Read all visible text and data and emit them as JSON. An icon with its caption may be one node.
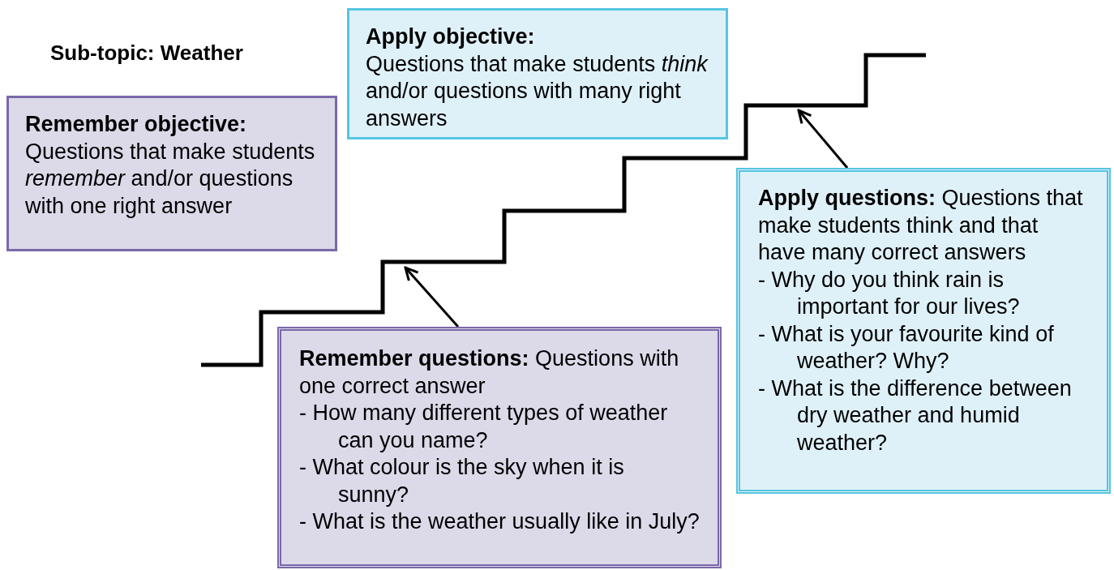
{
  "diagram": {
    "title": "Sub-topic: Weather",
    "nodes": [
      {
        "text": [
          "Remember objective:",
          "Questions that make students *remember* and/or questions with one right answer"
        ]
      },
      {
        "text": [
          "Apply objective:",
          "Questions that make students *think* and/or questions with many right answers"
        ]
      },
      {
        "text": [
          "**Remember questions:** Questions with one correct answer",
          "- How many different types of weather can you name?",
          "- What colour is the sky when it is sunny?",
          "- What is the weather usually like in July?"
        ]
      },
      {
        "text": [
          "**Apply questions:** Questions that make students think and that have many correct answers",
          "- Why do you think rain is important for our lives?",
          "- What is your favourite kind of weather? Why?",
          "- What is the difference between dry weather and humid weather?"
        ]
      }
    ],
    "edges": [
      {
        "from": 2,
        "to": null,
        "arrow": "to"
      },
      {
        "from": 3,
        "to": null,
        "arrow": "to"
      }
    ]
  }
}
